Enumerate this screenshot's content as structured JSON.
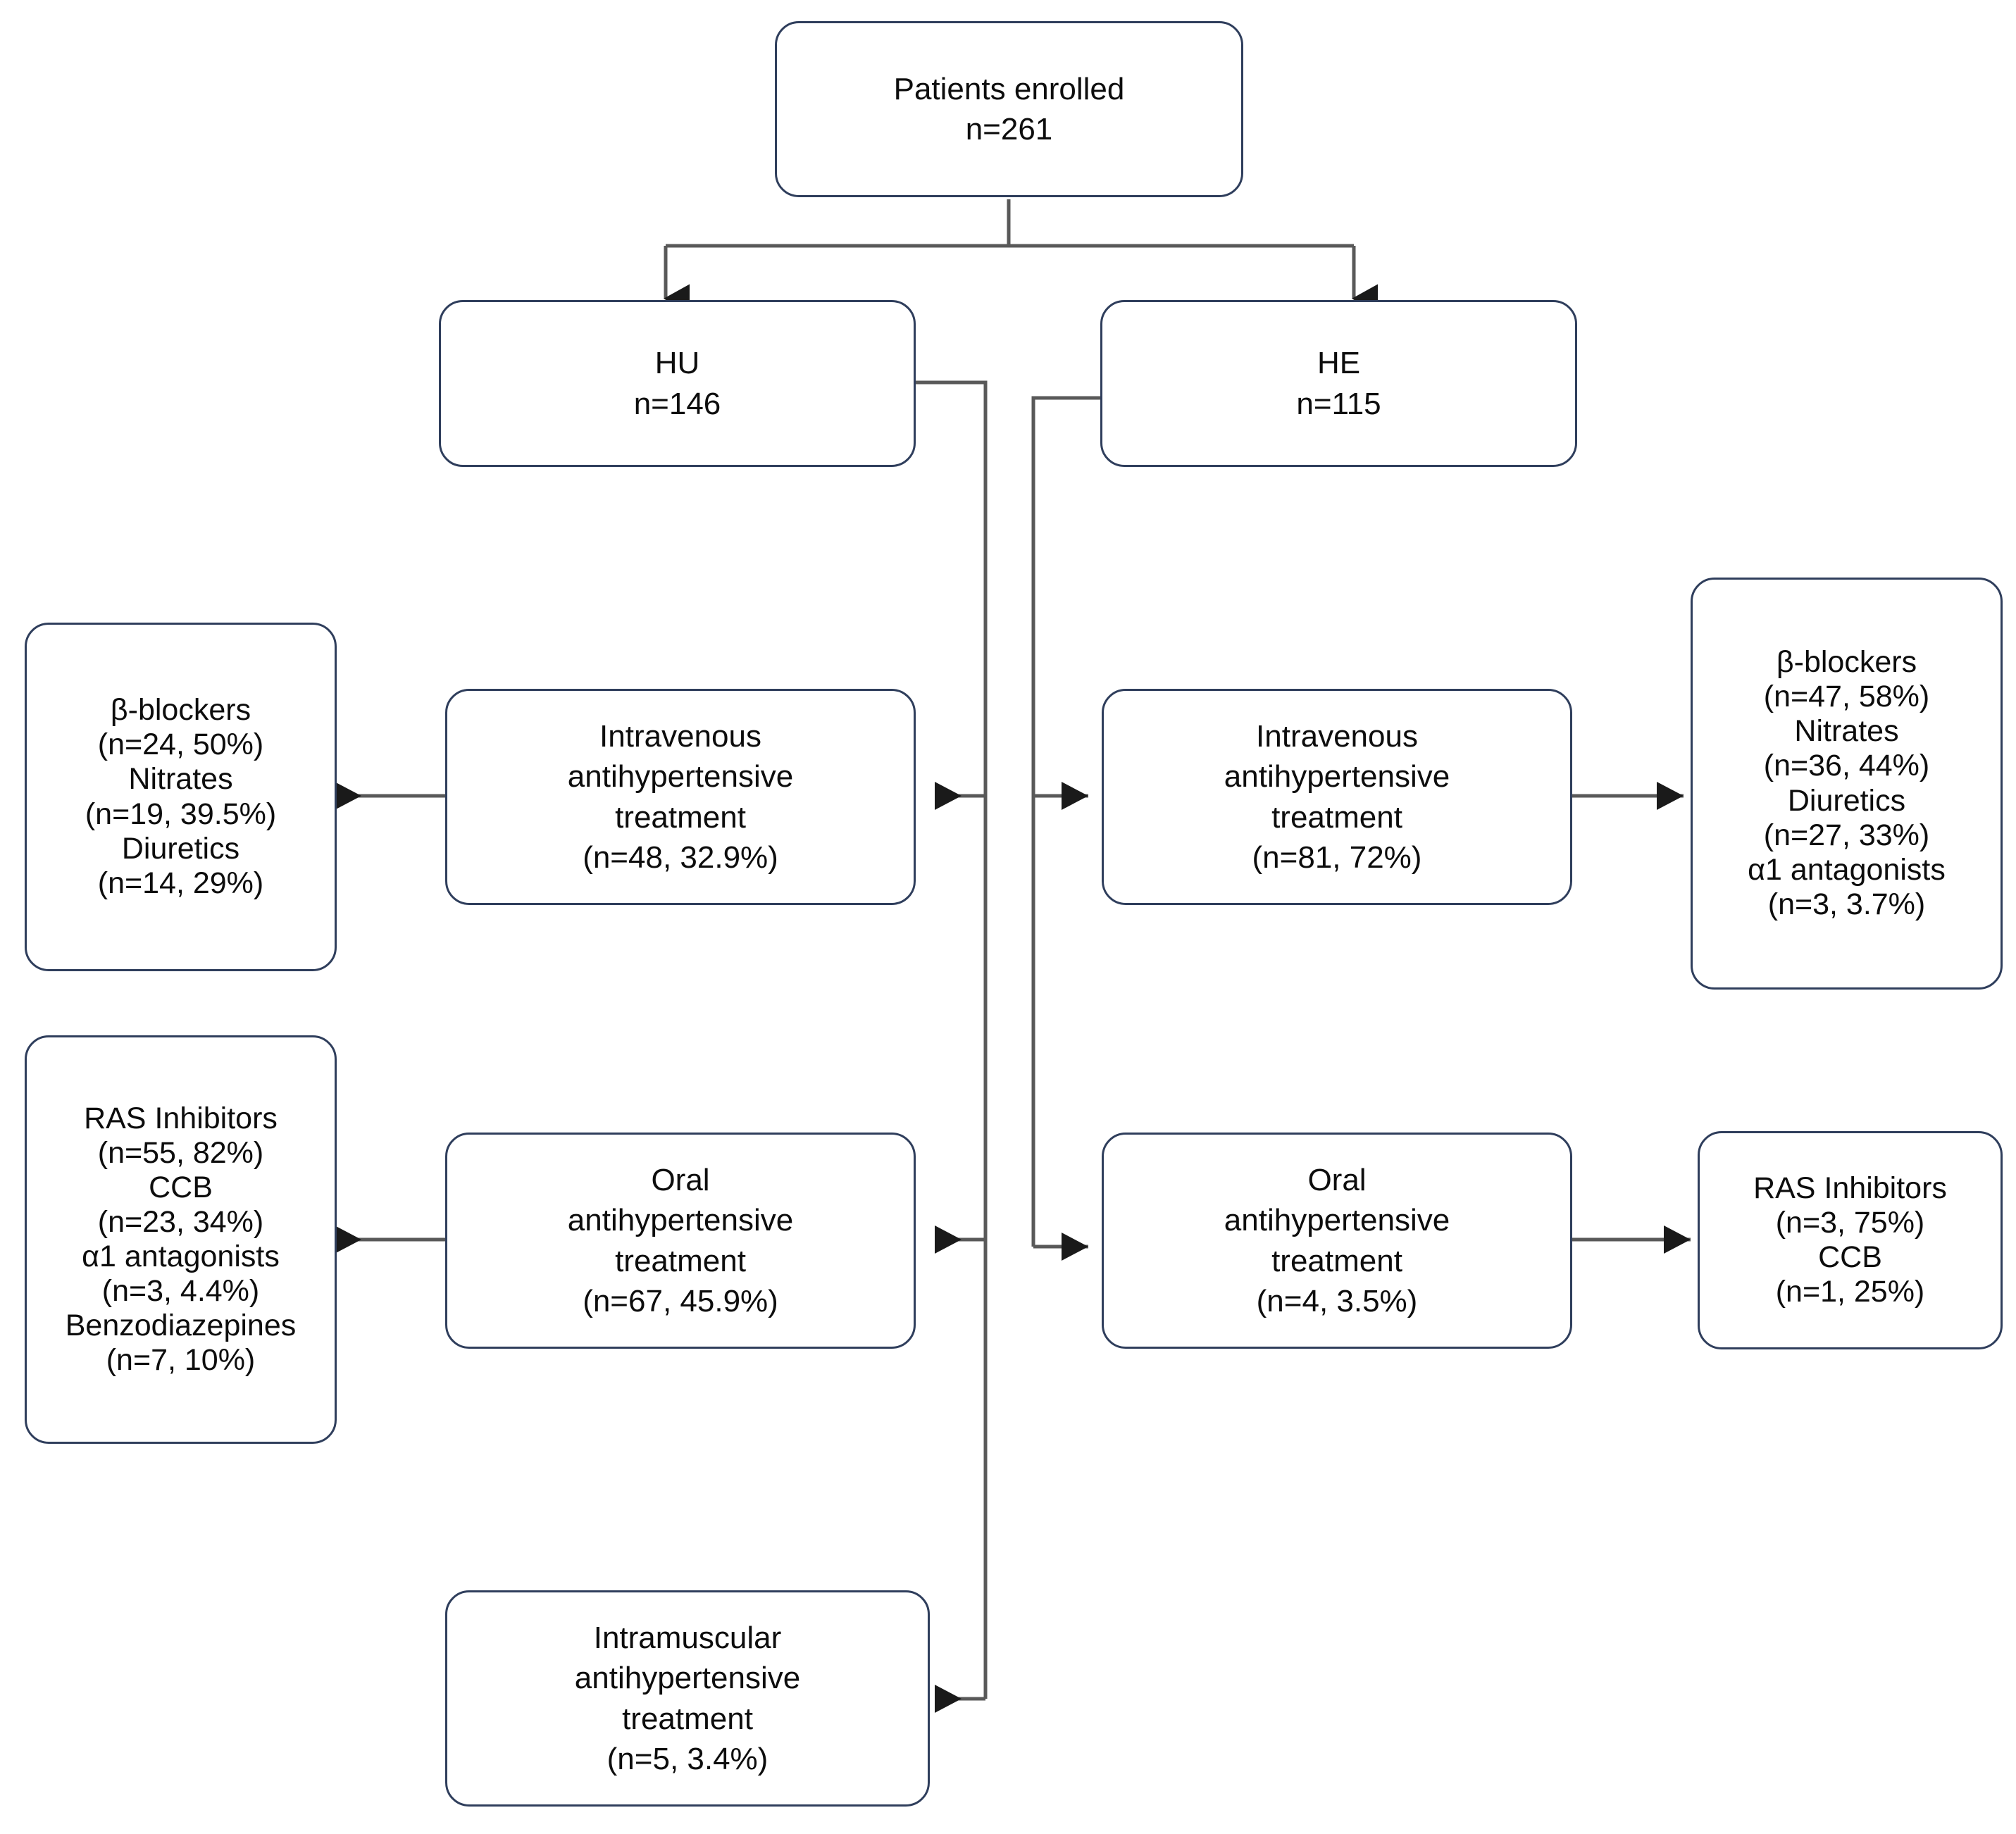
{
  "diagram": {
    "title": "Antihypertensive treatment flow by hypertensive urgency vs emergency",
    "accent_border": "#2f3e5c",
    "connector_color": "#595959",
    "text_color": "#0d0d0d"
  },
  "nodes": {
    "enrolled": {
      "name": "Patients enrolled",
      "lines": [
        "Patients enrolled",
        "n=261"
      ]
    },
    "hu": {
      "name": "HU",
      "lines": [
        "HU",
        "n=146"
      ]
    },
    "he": {
      "name": "HE",
      "lines": [
        "HE",
        "n=115"
      ]
    },
    "hu_iv": {
      "name": "HU intravenous antihypertensive treatment",
      "lines": [
        "Intravenous",
        "antihypertensive",
        "treatment",
        "(n=48, 32.9%)"
      ]
    },
    "he_iv": {
      "name": "HE intravenous antihypertensive treatment",
      "lines": [
        "Intravenous",
        "antihypertensive",
        "treatment",
        "(n=81, 72%)"
      ]
    },
    "hu_oral": {
      "name": "HU oral antihypertensive treatment",
      "lines": [
        "Oral",
        "antihypertensive",
        "treatment",
        "(n=67, 45.9%)"
      ]
    },
    "he_oral": {
      "name": "HE oral antihypertensive treatment",
      "lines": [
        "Oral",
        "antihypertensive",
        "treatment",
        "(n=4, 3.5%)"
      ]
    },
    "hu_im": {
      "name": "HU intramuscular antihypertensive treatment",
      "lines": [
        "Intramuscular",
        "antihypertensive",
        "treatment",
        "(n=5, 3.4%)"
      ]
    },
    "hu_iv_drugs": {
      "name": "HU intravenous drugs",
      "lines": [
        "β-blockers",
        "(n=24, 50%)",
        "Nitrates",
        "(n=19, 39.5%)",
        "Diuretics",
        "(n=14, 29%)"
      ]
    },
    "he_iv_drugs": {
      "name": "HE intravenous drugs",
      "lines": [
        "β-blockers",
        "(n=47, 58%)",
        "Nitrates",
        "(n=36, 44%)",
        "Diuretics",
        "(n=27, 33%)",
        "α1 antagonists",
        "(n=3, 3.7%)"
      ]
    },
    "hu_oral_drugs": {
      "name": "HU oral drugs",
      "lines": [
        "RAS Inhibitors",
        "(n=55, 82%)",
        "CCB",
        "(n=23, 34%)",
        "α1 antagonists",
        "(n=3, 4.4%)",
        "Benzodiazepines",
        "(n=7, 10%)"
      ]
    },
    "he_oral_drugs": {
      "name": "HE oral drugs",
      "lines": [
        "RAS Inhibitors",
        "(n=3, 75%)",
        "CCB",
        "(n=1, 25%)"
      ]
    }
  },
  "chart_data": {
    "type": "table",
    "title": "Antihypertensive treatment flow: HU vs HE",
    "total_enrolled": 261,
    "groups": [
      {
        "group": "HU",
        "n": 146,
        "routes": [
          {
            "route": "Intravenous antihypertensive treatment",
            "n": 48,
            "percent": 32.9,
            "drugs": [
              {
                "drug": "β-blockers",
                "n": 24,
                "percent": 50
              },
              {
                "drug": "Nitrates",
                "n": 19,
                "percent": 39.5
              },
              {
                "drug": "Diuretics",
                "n": 14,
                "percent": 29
              }
            ]
          },
          {
            "route": "Oral antihypertensive treatment",
            "n": 67,
            "percent": 45.9,
            "drugs": [
              {
                "drug": "RAS Inhibitors",
                "n": 55,
                "percent": 82
              },
              {
                "drug": "CCB",
                "n": 23,
                "percent": 34
              },
              {
                "drug": "α1 antagonists",
                "n": 3,
                "percent": 4.4
              },
              {
                "drug": "Benzodiazepines",
                "n": 7,
                "percent": 10
              }
            ]
          },
          {
            "route": "Intramuscular antihypertensive treatment",
            "n": 5,
            "percent": 3.4,
            "drugs": []
          }
        ]
      },
      {
        "group": "HE",
        "n": 115,
        "routes": [
          {
            "route": "Intravenous antihypertensive treatment",
            "n": 81,
            "percent": 72,
            "drugs": [
              {
                "drug": "β-blockers",
                "n": 47,
                "percent": 58
              },
              {
                "drug": "Nitrates",
                "n": 36,
                "percent": 44
              },
              {
                "drug": "Diuretics",
                "n": 27,
                "percent": 33
              },
              {
                "drug": "α1 antagonists",
                "n": 3,
                "percent": 3.7
              }
            ]
          },
          {
            "route": "Oral antihypertensive treatment",
            "n": 4,
            "percent": 3.5,
            "drugs": [
              {
                "drug": "RAS Inhibitors",
                "n": 3,
                "percent": 75
              },
              {
                "drug": "CCB",
                "n": 1,
                "percent": 25
              }
            ]
          }
        ]
      }
    ]
  }
}
